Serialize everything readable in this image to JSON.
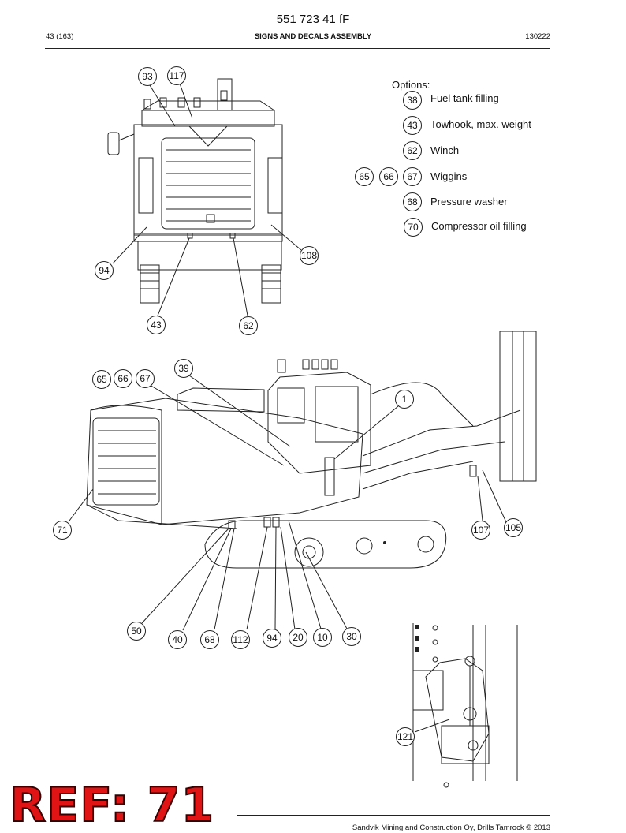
{
  "header": {
    "document_number": "551 723 41 fF",
    "page": "43 (163)",
    "section_title": "SIGNS AND DECALS ASSEMBLY",
    "code": "130222"
  },
  "options": {
    "title": "Options:",
    "items": [
      {
        "numbers": [
          "38"
        ],
        "label": "Fuel tank filling"
      },
      {
        "numbers": [
          "43"
        ],
        "label": "Towhook, max. weight"
      },
      {
        "numbers": [
          "62"
        ],
        "label": "Winch"
      },
      {
        "numbers": [
          "65",
          "66",
          "67"
        ],
        "label": "Wiggins"
      },
      {
        "numbers": [
          "68"
        ],
        "label": "Pressure washer"
      },
      {
        "numbers": [
          "70"
        ],
        "label": "Compressor oil filling"
      }
    ]
  },
  "callouts": {
    "front_view": [
      "93",
      "117",
      "94",
      "108",
      "43",
      "62"
    ],
    "side_view": [
      "39",
      "65",
      "66",
      "67",
      "1",
      "71",
      "107",
      "105",
      "50",
      "40",
      "68",
      "112",
      "94",
      "20",
      "10",
      "30"
    ],
    "detail_view": [
      "121"
    ]
  },
  "ref_stamp": "REF: 71",
  "footer": {
    "copyright": "Sandvik Mining and Construction Oy, Drills Tamrock © 2013"
  }
}
